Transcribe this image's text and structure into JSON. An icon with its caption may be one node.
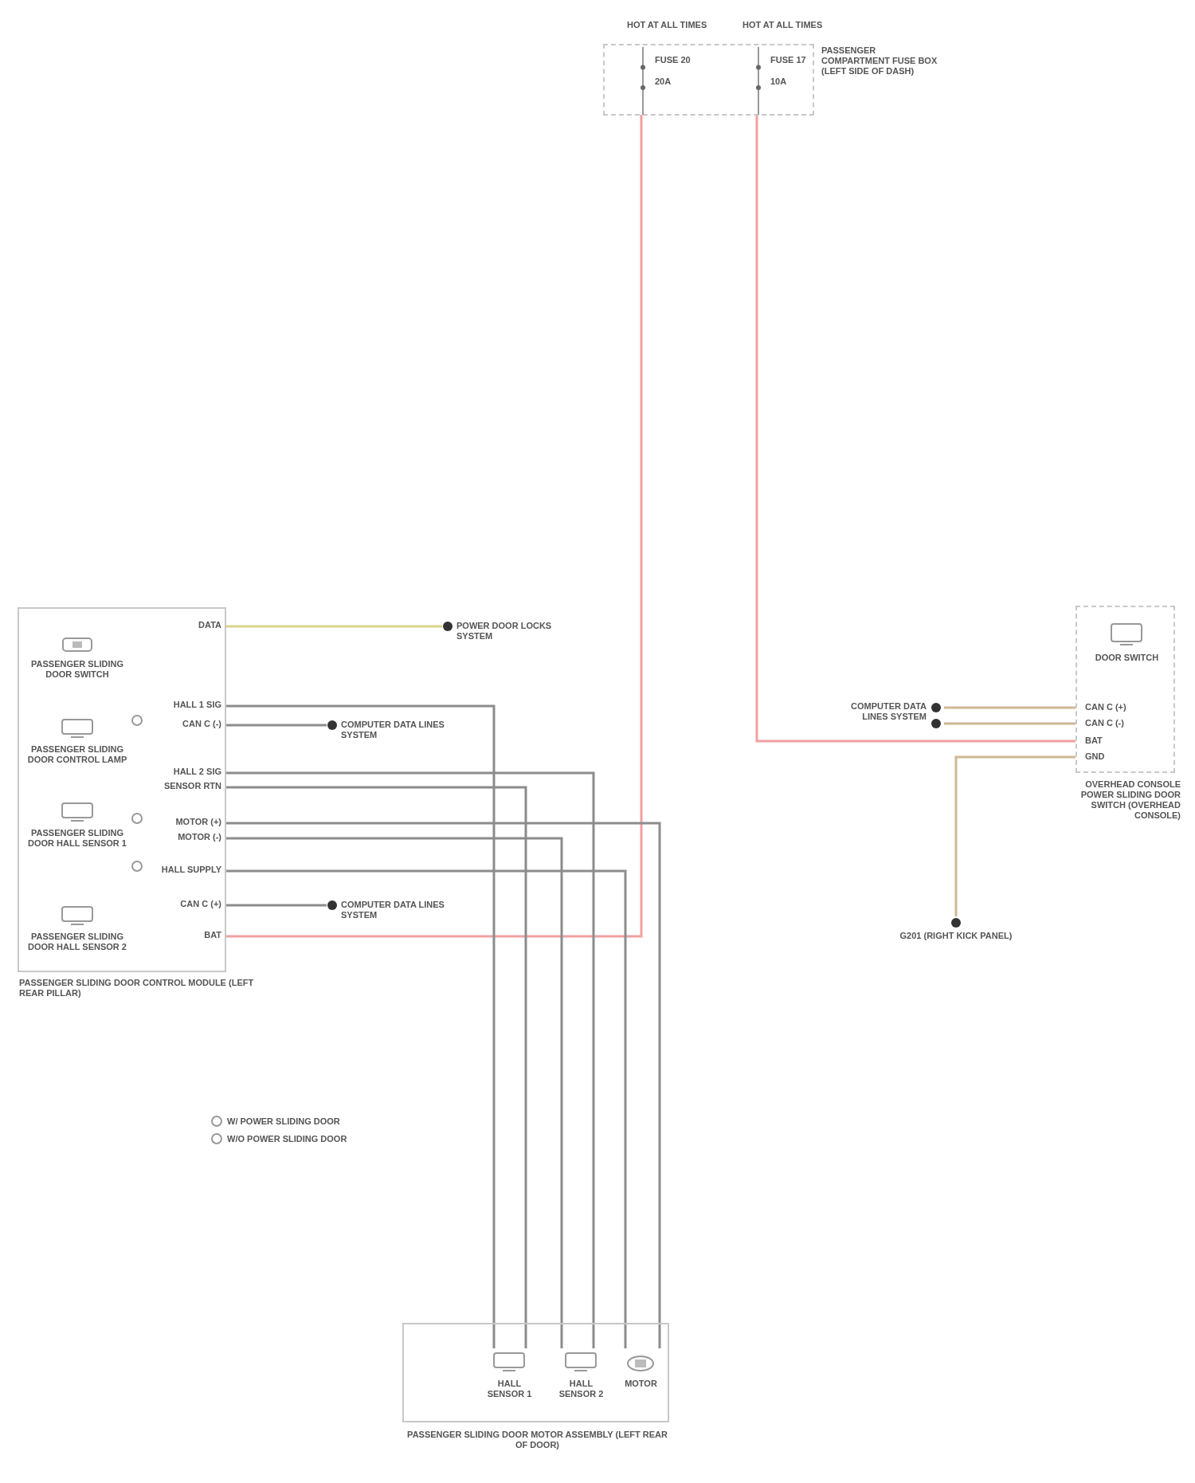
{
  "diagram": {
    "nodes": [
      {
        "text": [
          "PASSENGER COMPARTMENT FUSE BOX (LEFT SIDE OF DASH)"
        ]
      },
      {
        "text": [
          "FUSE 20",
          "20A"
        ],
        "beside": [
          "HOT AT ALL TIMES"
        ],
        "in": 0
      },
      {
        "text": [
          "FUSE 17",
          "10A"
        ],
        "beside": [
          "HOT AT ALL TIMES"
        ],
        "in": 0
      },
      {
        "text": [
          "PASSENGER SLIDING DOOR CONTROL MODULE (LEFT REAR PILLAR)"
        ]
      },
      {
        "text": [
          "PASSENGER SLIDING DOOR SWITCH"
        ],
        "in": 3
      },
      {
        "text": [
          "PASSENGER SLIDING DOOR CONTROL LAMP"
        ],
        "in": 3
      },
      {
        "text": [
          "PASSENGER SLIDING DOOR HALL SENSOR 1"
        ],
        "in": 3
      },
      {
        "text": [
          "PASSENGER SLIDING DOOR HALL SENSOR 2"
        ],
        "in": 3
      },
      {
        "text": [
          "POWER DOOR LOCKS SYSTEM"
        ]
      },
      {
        "text": [
          "COMPUTER DATA LINES SYSTEM"
        ]
      },
      {
        "text": [
          "COMPUTER DATA LINES SYSTEM"
        ]
      },
      {
        "text": [
          "PASSENGER SLIDING DOOR MOTOR ASSEMBLY (LEFT REAR OF DOOR)"
        ]
      },
      {
        "text": [
          "HALL SENSOR 1"
        ],
        "in": 11
      },
      {
        "text": [
          "HALL SENSOR 2"
        ],
        "in": 11
      },
      {
        "text": [
          "MOTOR"
        ],
        "in": 11
      },
      {
        "text": [
          "OVERHEAD CONSOLE POWER SLIDING DOOR SWITCH (OVERHEAD CONSOLE)"
        ]
      },
      {
        "text": [
          "DOOR SWITCH"
        ],
        "in": 15
      },
      {
        "text": [
          "COMPUTER DATA LINES SYSTEM"
        ]
      },
      {
        "text": [
          "G201 (RIGHT KICK PANEL)"
        ]
      }
    ],
    "edges": [
      {
        "from": 1,
        "to": 3,
        "arrow": "none",
        "color": "#f2a0a0"
      },
      {
        "from": 2,
        "to": 15,
        "arrow": "none",
        "color": "#f2a0a0"
      },
      {
        "from": 3,
        "to": 8,
        "arrow": "none",
        "color": "#d9d48a"
      },
      {
        "from": 3,
        "to": 12,
        "arrow": "none"
      },
      {
        "from": 3,
        "to": 9,
        "arrow": "none"
      },
      {
        "from": 3,
        "to": 13,
        "arrow": "none"
      },
      {
        "from": 3,
        "to": 12,
        "arrow": "none"
      },
      {
        "from": 3,
        "to": 14,
        "arrow": "none"
      },
      {
        "from": 3,
        "to": 13,
        "arrow": "none"
      },
      {
        "from": 3,
        "to": 14,
        "arrow": "none"
      },
      {
        "from": 3,
        "to": 10,
        "arrow": "none"
      },
      {
        "from": 15,
        "to": 17,
        "arrow": "none",
        "color": "#cdb894"
      },
      {
        "from": 15,
        "to": 17,
        "arrow": "none",
        "color": "#cdb894"
      },
      {
        "from": 15,
        "to": 18,
        "arrow": "none",
        "color": "#cdb894"
      }
    ],
    "labels": [
      "DATA",
      "HALL 1 SIG",
      "CAN C (-)",
      "HALL 2 SIG",
      "SENSOR RTN",
      "MOTOR (+)",
      "MOTOR (-)",
      "HALL SUPPLY",
      "CAN C (+)",
      "BAT",
      "CAN C (+)",
      "CAN C (-)",
      "BAT",
      "GND"
    ],
    "legend": [
      {
        "text": "W/ POWER SLIDING DOOR"
      },
      {
        "text": "W/O POWER SLIDING DOOR"
      }
    ]
  }
}
